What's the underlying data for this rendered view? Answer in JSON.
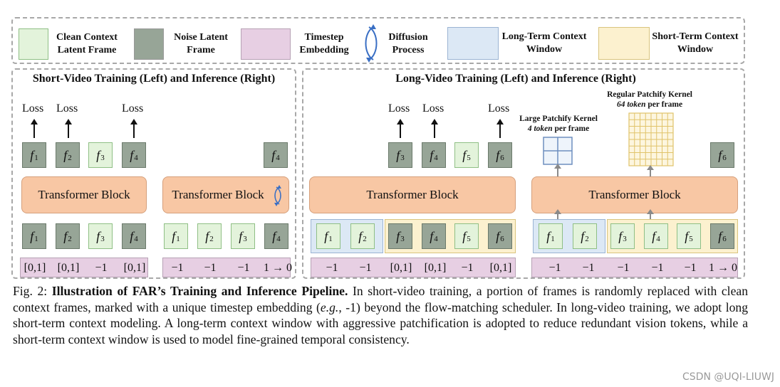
{
  "legend": {
    "clean_context": "Clean Context Latent Frame",
    "noise_latent": "Noise Latent Frame",
    "timestep": "Timestep Embedding",
    "diffusion": "Diffusion Process",
    "long_term": "Long-Term Context Window",
    "short_term": "Short-Term Context Window"
  },
  "short_panel": {
    "title": "Short-Video Training (Left) and Inference (Right)",
    "train_loss_labels": [
      "Loss",
      "Loss",
      "Loss"
    ],
    "train_outputs": [
      {
        "sym": "f",
        "sub": "1",
        "kind": "noise"
      },
      {
        "sym": "f",
        "sub": "2",
        "kind": "noise"
      },
      {
        "sym": "f",
        "sub": "3",
        "kind": "clean"
      },
      {
        "sym": "f",
        "sub": "4",
        "kind": "noise"
      }
    ],
    "infer_output": {
      "sym": "f",
      "sub": "4",
      "kind": "noise"
    },
    "block_label": "Transformer Block",
    "train_inputs": [
      {
        "sym": "f",
        "sub": "1",
        "kind": "noise"
      },
      {
        "sym": "f",
        "sub": "2",
        "kind": "noise"
      },
      {
        "sym": "f",
        "sub": "3",
        "kind": "clean"
      },
      {
        "sym": "f",
        "sub": "4",
        "kind": "noise"
      }
    ],
    "infer_inputs": [
      {
        "sym": "f",
        "sub": "1",
        "kind": "clean"
      },
      {
        "sym": "f",
        "sub": "2",
        "kind": "clean"
      },
      {
        "sym": "f",
        "sub": "3",
        "kind": "clean"
      },
      {
        "sym": "f",
        "sub": "4",
        "kind": "noise"
      }
    ],
    "train_timesteps": [
      "[0,1]",
      "[0,1]",
      "−1",
      "[0,1]"
    ],
    "infer_timesteps": [
      "−1",
      "−1",
      "−1",
      "1 → 0"
    ]
  },
  "long_panel": {
    "title": "Long-Video Training (Left) and Inference (Right)",
    "train_loss_labels": [
      "Loss",
      "Loss",
      "Loss"
    ],
    "train_outputs": [
      {
        "sym": "f",
        "sub": "3",
        "kind": "noise"
      },
      {
        "sym": "f",
        "sub": "4",
        "kind": "noise"
      },
      {
        "sym": "f",
        "sub": "5",
        "kind": "clean"
      },
      {
        "sym": "f",
        "sub": "6",
        "kind": "noise"
      }
    ],
    "infer_output": {
      "sym": "f",
      "sub": "6",
      "kind": "noise"
    },
    "block_label": "Transformer Block",
    "large_kernel": {
      "line1": "Large Patchify Kernel",
      "count": "4 token",
      "suffix": " per frame"
    },
    "regular_kernel": {
      "line1": "Regular Patchify Kernel",
      "count": "64 token",
      "suffix": " per frame"
    },
    "train_long_inputs": [
      {
        "sym": "f",
        "sub": "1",
        "kind": "clean"
      },
      {
        "sym": "f",
        "sub": "2",
        "kind": "clean"
      }
    ],
    "train_short_inputs": [
      {
        "sym": "f",
        "sub": "3",
        "kind": "noise"
      },
      {
        "sym": "f",
        "sub": "4",
        "kind": "noise"
      },
      {
        "sym": "f",
        "sub": "5",
        "kind": "clean"
      },
      {
        "sym": "f",
        "sub": "6",
        "kind": "noise"
      }
    ],
    "infer_long_inputs": [
      {
        "sym": "f",
        "sub": "1",
        "kind": "clean"
      },
      {
        "sym": "f",
        "sub": "2",
        "kind": "clean"
      }
    ],
    "infer_short_inputs": [
      {
        "sym": "f",
        "sub": "3",
        "kind": "clean"
      },
      {
        "sym": "f",
        "sub": "4",
        "kind": "clean"
      },
      {
        "sym": "f",
        "sub": "5",
        "kind": "clean"
      },
      {
        "sym": "f",
        "sub": "6",
        "kind": "noise"
      }
    ],
    "train_timesteps": [
      "−1",
      "−1",
      "[0,1]",
      "[0,1]",
      "−1",
      "[0,1]"
    ],
    "infer_timesteps": [
      "−1",
      "−1",
      "−1",
      "−1",
      "−1",
      "1 → 0"
    ]
  },
  "caption": {
    "fig": "Fig. 2: ",
    "bold": "Illustration of FAR’s Training and Inference Pipeline.",
    "part1": " In short-video training, a portion of frames is randomly replaced with clean context frames, marked with a unique timestep embedding (",
    "eg": "e.g.",
    "part2": ", -1) beyond the flow-matching scheduler. In long-video training, we adopt long short-term context modeling. A long-term context window with aggressive patchification is adopted to reduce redundant vision tokens, while a short-term context window is used to model fine-grained temporal consistency."
  },
  "watermark": "CSDN @UQI-LIUWJ",
  "colors": {
    "clean": "#e3f3db",
    "noise": "#97a597",
    "timestep": "#e7cfe3",
    "long_window": "#dce8f5",
    "short_window": "#fcf1cf",
    "transformer": "#f8c7a4",
    "diffusion_arrow": "#3a6fc4"
  }
}
